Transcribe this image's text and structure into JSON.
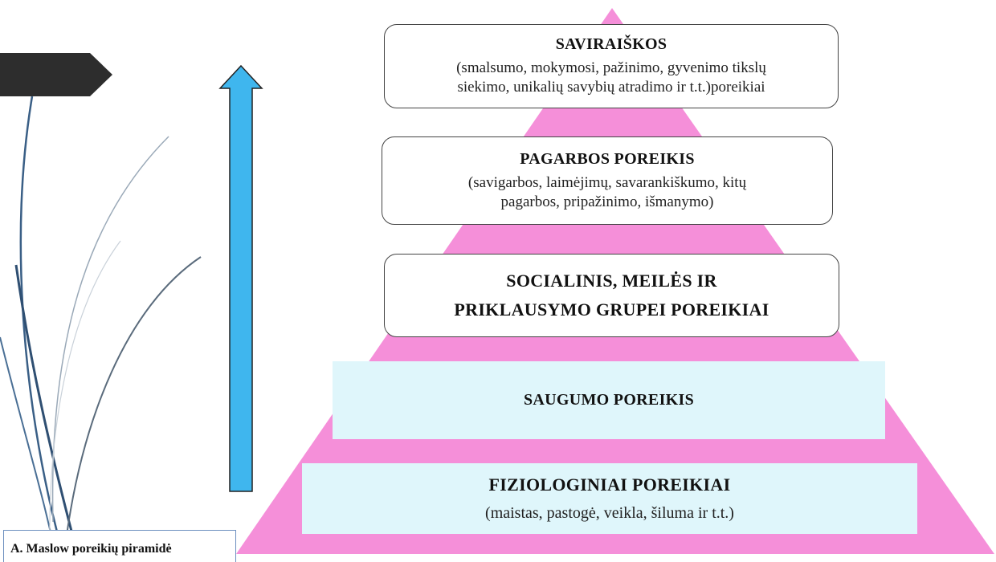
{
  "colors": {
    "pyramid_fill": "#f58fd9",
    "arrow_fill": "#3fb6ee",
    "tag_fill": "#2d2d2d",
    "level_box_fill": "#ffffff",
    "level_band_fill": "#dff6fb"
  },
  "icons": {
    "tag": "pentagon-tag-icon",
    "arrow": "up-arrow-icon"
  },
  "levels": [
    {
      "title": "SAVIRAIŠKOS",
      "lines": [
        "(smalsumo, mokymosi, pažinimo, gyvenimo tikslų",
        "siekimo, unikalių savybių atradimo ir t.t.)poreikiai"
      ]
    },
    {
      "title": "PAGARBOS POREIKIS",
      "lines": [
        "(savigarbos, laimėjimų, savarankiškumo,  kitų",
        "pagarbos, pripažinimo, išmanymo)"
      ]
    },
    {
      "title_lines": [
        "SOCIALINIS, MEILĖS IR",
        "PRIKLAUSYMO  GRUPEI POREIKIAI"
      ]
    },
    {
      "title": "SAUGUMO POREIKIS"
    },
    {
      "title": "FIZIOLOGINIAI POREIKIAI",
      "lines": [
        "(maistas, pastogė, veikla, šiluma ir t.t.)"
      ]
    }
  ],
  "caption": "A. Maslow poreikių piramidė"
}
